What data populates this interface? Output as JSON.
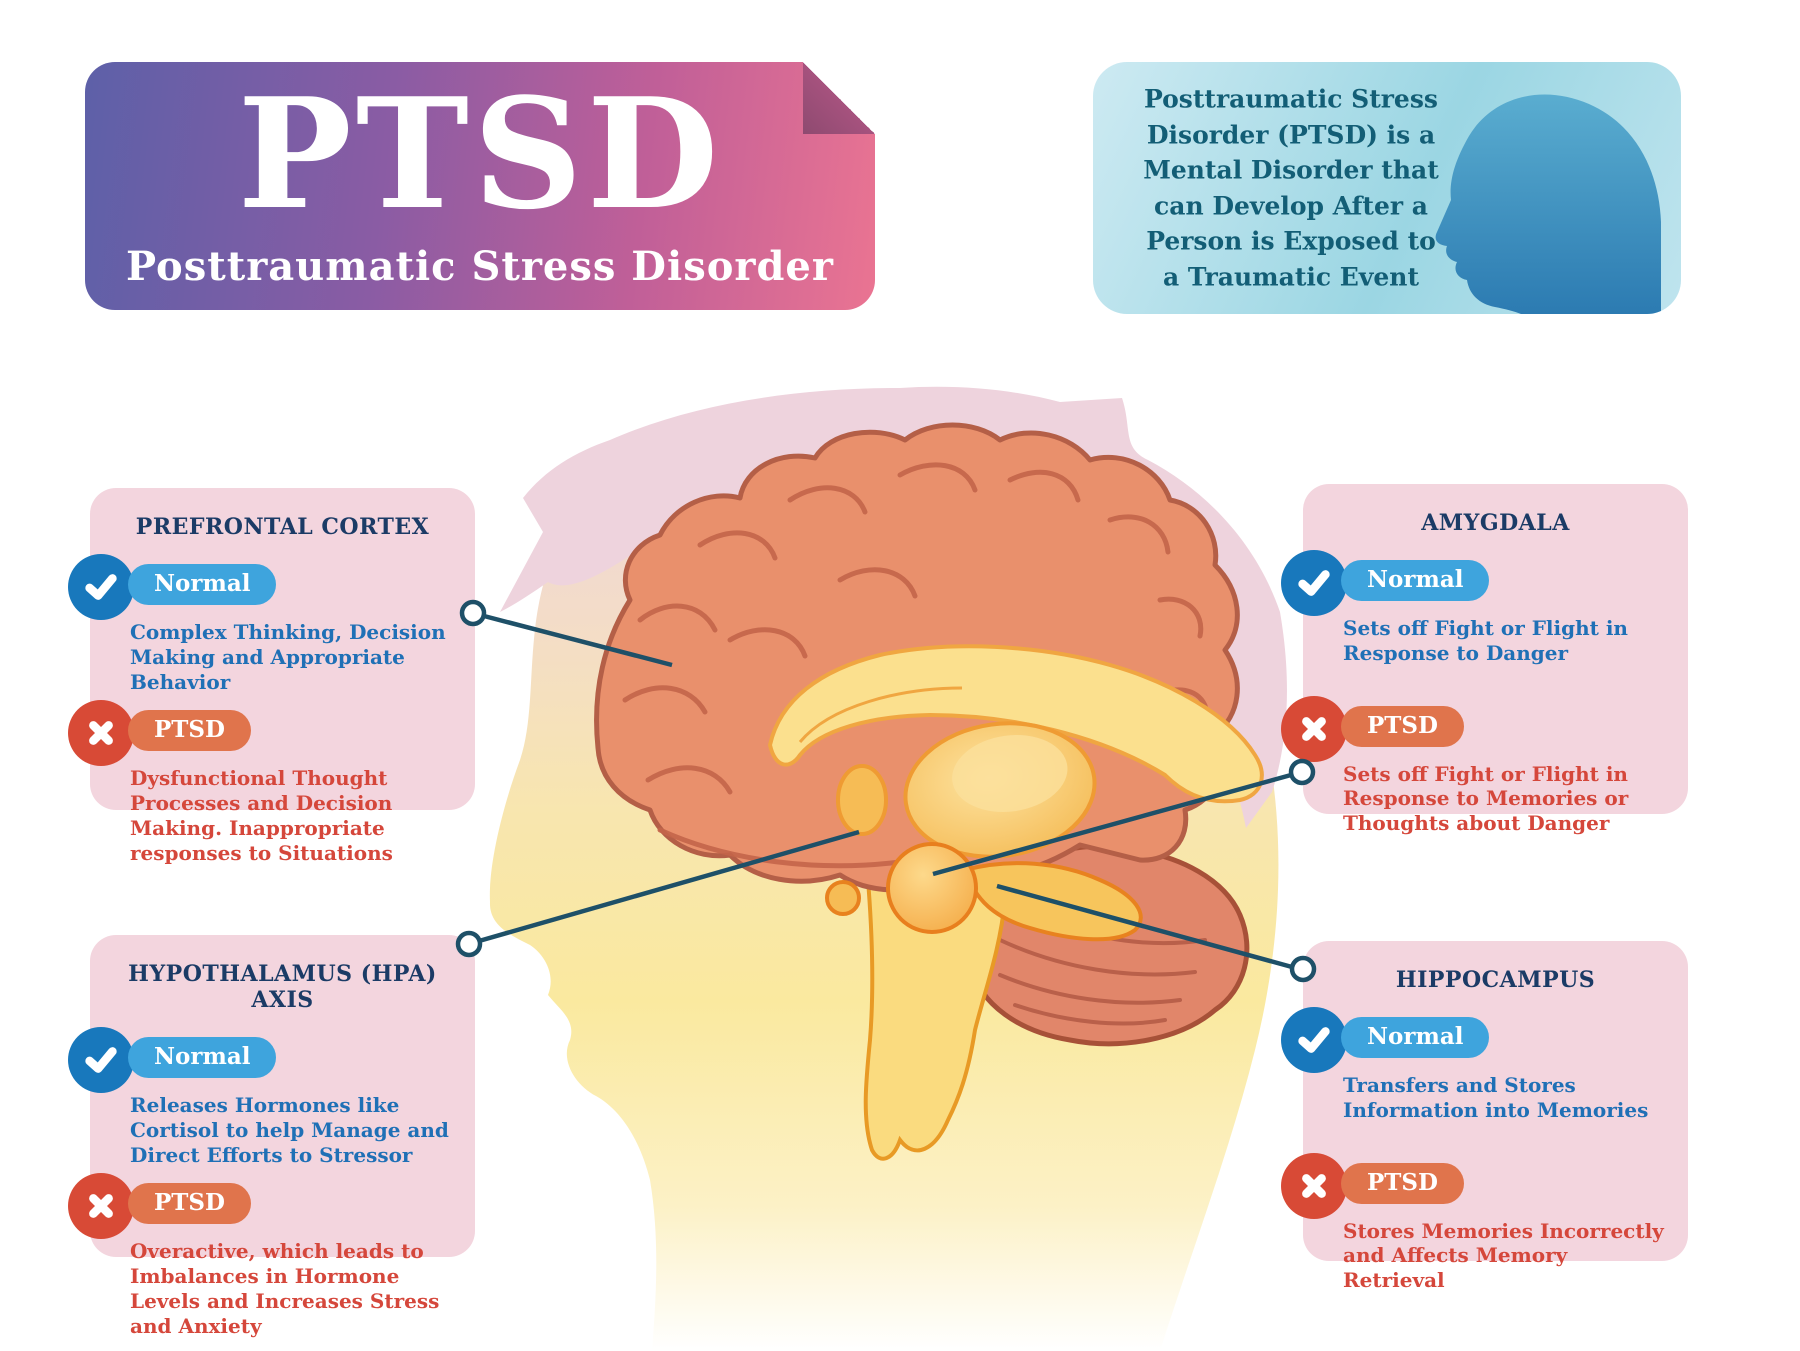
{
  "title_card": {
    "acronym": "PTSD",
    "subtitle": "Posttraumatic Stress Disorder"
  },
  "info_card": {
    "text": "Posttraumatic Stress\nDisorder (PTSD) is a\nMental Disorder that\ncan Develop After a\nPerson is Exposed to\na Traumatic Event"
  },
  "labels": {
    "normal": "Normal",
    "ptsd": "PTSD"
  },
  "regions": [
    {
      "id": "prefrontal-cortex",
      "title": "PREFRONTAL CORTEX",
      "normal_text": "Complex Thinking, Decision Making and Appropriate Behavior",
      "ptsd_text": "Dysfunctional Thought Processes and Decision Making. Inappropriate responses to Situations"
    },
    {
      "id": "amygdala",
      "title": "AMYGDALA",
      "normal_text": "Sets off Fight or Flight in Response to Danger",
      "ptsd_text": "Sets off Fight or Flight in Response to Memories or Thoughts about Danger"
    },
    {
      "id": "hypothalamus-hpa-axis",
      "title": "HYPOTHALAMUS (HPA) AXIS",
      "normal_text": "Releases Hormones like Cortisol to help Manage and Direct Efforts to Stressor",
      "ptsd_text": "Overactive, which leads to Imbalances in Hormone Levels and Increases Stress and Anxiety"
    },
    {
      "id": "hippocampus",
      "title": "HIPPOCAMPUS",
      "normal_text": "Transfers and Stores Information into Memories",
      "ptsd_text": "Stores Memories Incorrectly and Affects Memory Retrieval"
    }
  ],
  "colors": {
    "title_gradient_start": "#5d60a8",
    "title_gradient_end": "#ea7492",
    "info_gradient_start": "#cdeaf2",
    "info_gradient_end": "#9bd6e3",
    "card_bg": "#f3d5de",
    "heading_navy": "#1b3b66",
    "normal_badge_blue": "#3ea4dd",
    "normal_check_blue": "#1878bc",
    "normal_text_blue": "#1f70b6",
    "ptsd_badge_orange": "#e0744c",
    "ptsd_x_red": "#d84a36",
    "ptsd_text_red": "#d5473b",
    "connector_line": "#1e5068",
    "brain_cortex": "#e9906c",
    "brain_outline": "#b45f47",
    "limbic_yellow": "#fbe08e",
    "hair_pink": "#eed3dd"
  }
}
